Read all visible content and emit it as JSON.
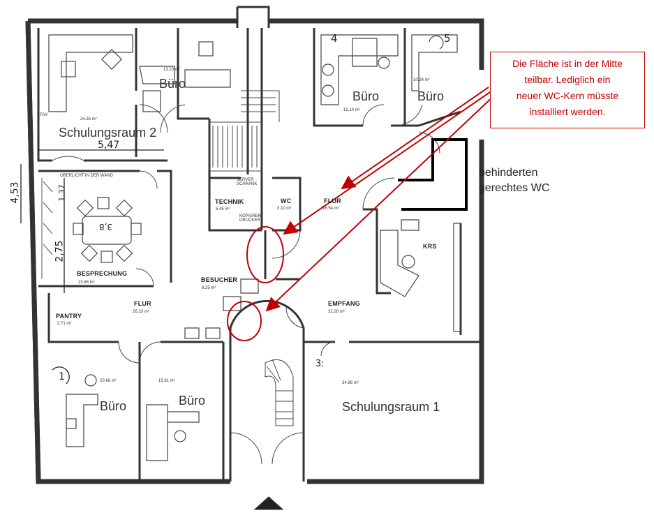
{
  "plan": {
    "rooms": {
      "schulungsraum2": {
        "name": "Schulungsraum 2",
        "area": "24.35 m²"
      },
      "buero_a": {
        "name": "Büro",
        "area": "13.20 m²"
      },
      "buero_4": {
        "name": "Büro",
        "area": "15.10 m²",
        "number": "4"
      },
      "buero_5": {
        "name": "Büro",
        "area": "10.24 m²",
        "number": "5"
      },
      "besprechung": {
        "name": "BESPRECHUNG",
        "area": "23.86 m²",
        "oberlicht": "OBERLICHT IN DER WAND"
      },
      "technik": {
        "name": "TECHNIK",
        "area": "5.45 m²"
      },
      "wc": {
        "name": "WC",
        "area": "3.10 m²"
      },
      "flur_right": {
        "name": "FLUR",
        "area": "16.54 m²"
      },
      "krs": {
        "name": "KRS"
      },
      "besucher": {
        "name": "BESUCHER",
        "area": "8.25 m²"
      },
      "flur_left": {
        "name": "FLUR",
        "area": "26.23 m²"
      },
      "empfang": {
        "name": "EMPFANG",
        "area": "32.26 m²"
      },
      "pantry": {
        "name": "PANTRY",
        "area": "2.71 m²"
      },
      "buero_1": {
        "name": "Büro",
        "area": "20.68 m²",
        "number": "1"
      },
      "buero_b": {
        "name": "Büro",
        "area": "15.61 m²"
      },
      "schulungsraum1": {
        "name": "Schulungsraum 1",
        "area": "34.98 m²"
      }
    },
    "fixtures": {
      "server": "SERVER SCHRANK",
      "kopierer": "KOPIERER DRUCKER",
      "fax": "FAX"
    },
    "handwritten": {
      "dim_top": "5,47",
      "dim_left": "4,53",
      "dim_vert1": "1,37",
      "dim_vert2": "2,75",
      "dim_table": "3,8",
      "mark_3": "3:"
    }
  },
  "annotation": {
    "line1": "Die Fläche ist in der Mitte",
    "line2": "teilbar. Lediglich ein",
    "line3": "neuer WC-Kern müsste",
    "line4": "installiert werden."
  },
  "side_label": {
    "line1": "behinderten",
    "line2": "gerechtes WC"
  },
  "colors": {
    "annotation": "#c00000",
    "walls": "#333333",
    "wc_outline": "#000000"
  }
}
